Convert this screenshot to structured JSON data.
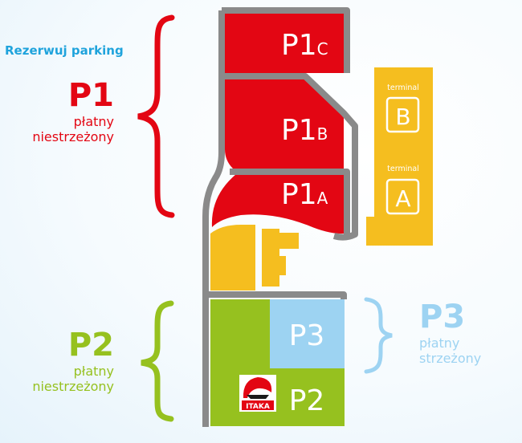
{
  "header": {
    "reserve_link": "Rezerwuj parking"
  },
  "legend": {
    "p1": {
      "title": "P1",
      "line1": "płatny",
      "line2": "niestrzeżony"
    },
    "p2": {
      "title": "P2",
      "line1": "płatny",
      "line2": "niestrzeżony"
    },
    "p3": {
      "title": "P3",
      "line1": "płatny",
      "line2": "strzeżony"
    }
  },
  "map": {
    "zones": {
      "p1c": {
        "main": "P1",
        "sub": "C"
      },
      "p1b": {
        "main": "P1",
        "sub": "B"
      },
      "p1a": {
        "main": "P1",
        "sub": "A"
      },
      "p3": "P3",
      "p2": "P2"
    },
    "terminals": {
      "b": {
        "caption": "terminal",
        "letter": "B"
      },
      "a": {
        "caption": "terminal",
        "letter": "A"
      }
    },
    "logo_text": "ITAKA"
  },
  "colors": {
    "p1": "#e30613",
    "p2": "#96c11f",
    "p3": "#9dd3f2",
    "terminal": "#f5be1f",
    "road": "#8a8a8a",
    "link": "#1fa3dc"
  }
}
